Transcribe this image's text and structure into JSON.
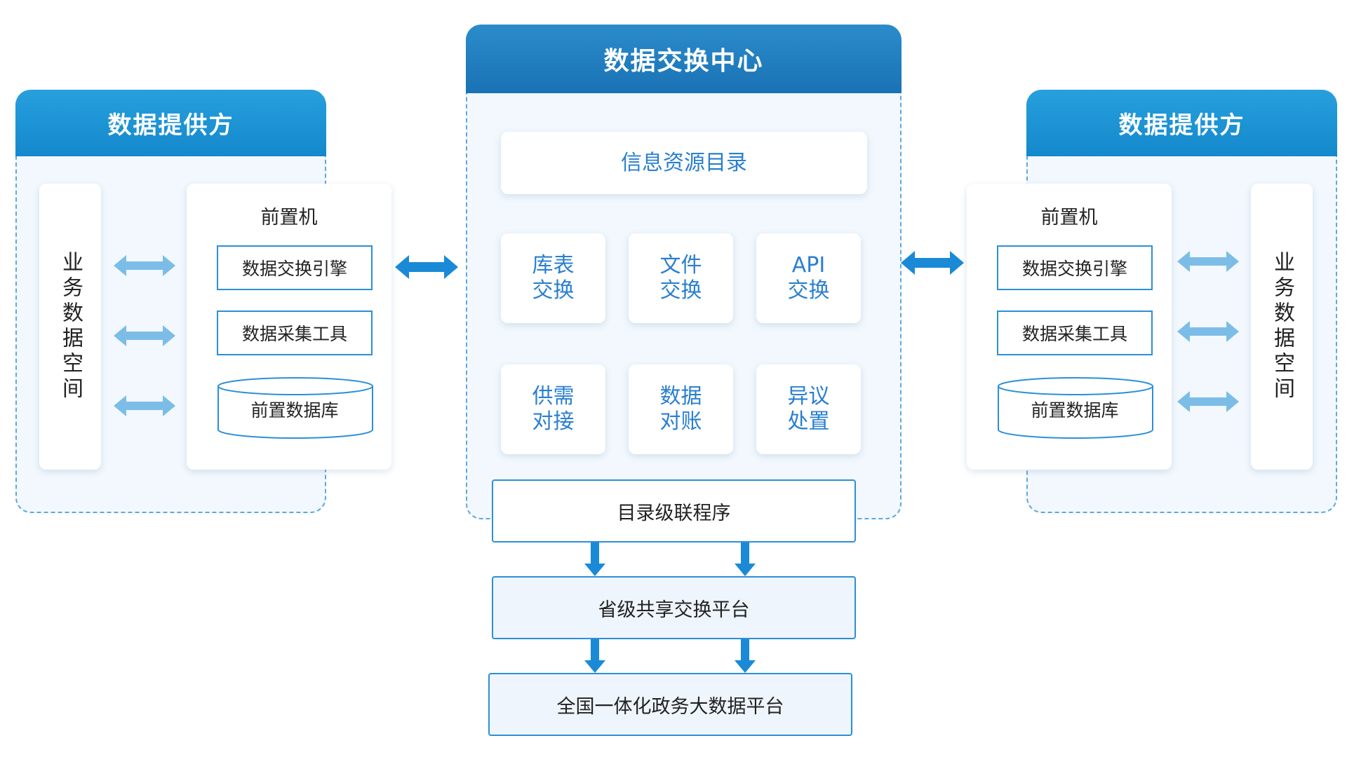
{
  "left_panel": {
    "title": "数据提供方",
    "business_space": "业务数据空间",
    "front_machine": {
      "title": "前置机",
      "engine": "数据交换引擎",
      "collector": "数据采集工具",
      "database": "前置数据库"
    }
  },
  "center_panel": {
    "title": "数据交换中心",
    "catalog": "信息资源目录",
    "functions": [
      {
        "line1": "库表",
        "line2": "交换"
      },
      {
        "line1": "文件",
        "line2": "交换"
      },
      {
        "line1": "API",
        "line2": "交换"
      },
      {
        "line1": "供需",
        "line2": "对接"
      },
      {
        "line1": "数据",
        "line2": "对账"
      },
      {
        "line1": "异议",
        "line2": "处置"
      }
    ]
  },
  "right_panel": {
    "title": "数据提供方",
    "business_space": "业务数据空间",
    "front_machine": {
      "title": "前置机",
      "engine": "数据交换引擎",
      "collector": "数据采集工具",
      "database": "前置数据库"
    }
  },
  "flow": {
    "cascade": "目录级联程序",
    "provincial": "省级共享交换平台",
    "national": "全国一体化政务大数据平台"
  },
  "colors": {
    "header_blue": "#1f95d8",
    "center_header_blue": "#2280c2",
    "accent_text": "#2a7fd0",
    "light_arrow": "#6fb8e6",
    "dark_arrow": "#1a8ad6",
    "border": "#2c8fd6"
  }
}
